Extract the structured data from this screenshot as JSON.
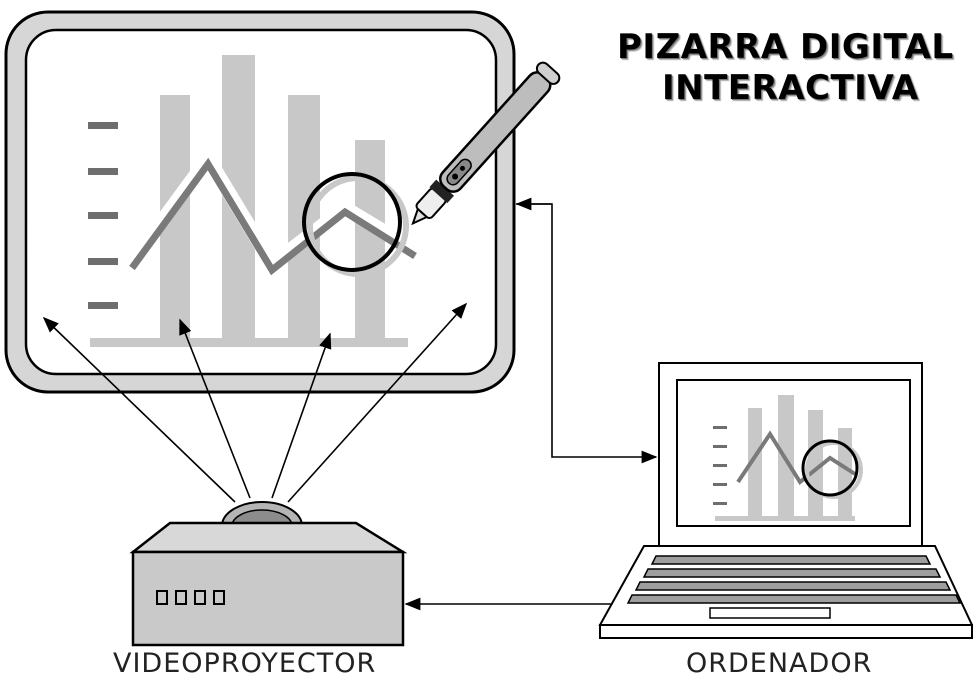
{
  "title": {
    "line1": "PIZARRA DIGITAL",
    "line2": "INTERACTIVA"
  },
  "labels": {
    "projector": "VIDEOPROYECTOR",
    "computer": "ORDENADOR"
  },
  "projector_buttons": 4,
  "colors": {
    "outline": "#000000",
    "board_frame": "#d6d6d6",
    "bars": "#c8c8c8",
    "line": "#7a7a7a",
    "ticks": "#6e6e6e",
    "projector_body": "#c9c9c9",
    "pen_body": "#bdbdbd"
  },
  "icons": {
    "board": "whiteboard-icon",
    "pen": "stylus-pen-icon",
    "projector": "projector-icon",
    "laptop": "laptop-icon",
    "magnifier": "circle-highlight-icon"
  }
}
